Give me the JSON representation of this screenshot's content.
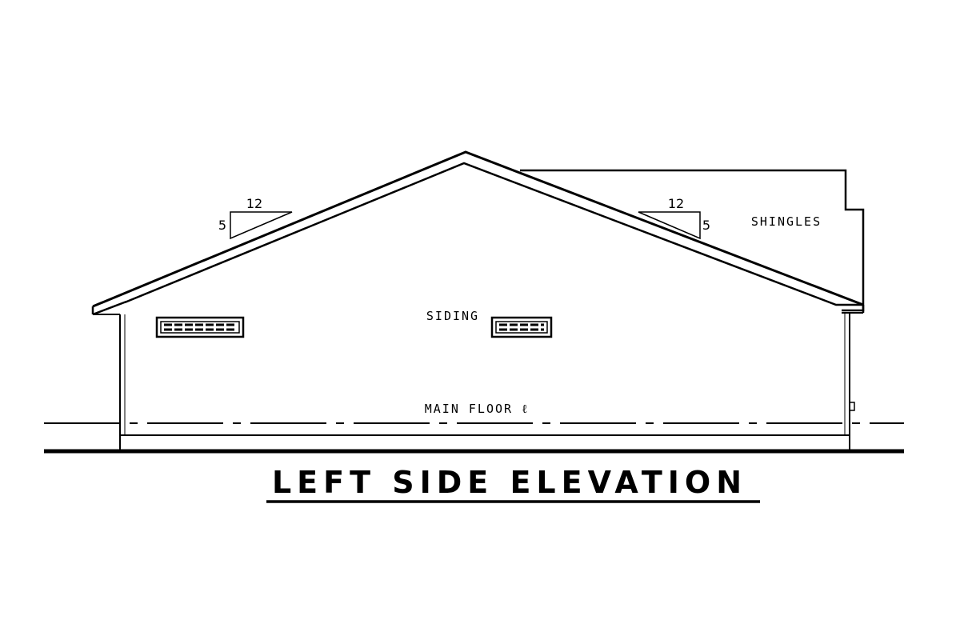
{
  "title": "LEFT SIDE ELEVATION",
  "labels": {
    "siding": "SIDING",
    "shingles": "SHINGLES",
    "main_floor": "MAIN FLOOR ℓ"
  },
  "roof_pitch": [
    {
      "rise": "5",
      "run": "12"
    },
    {
      "rise": "5",
      "run": "12"
    }
  ]
}
